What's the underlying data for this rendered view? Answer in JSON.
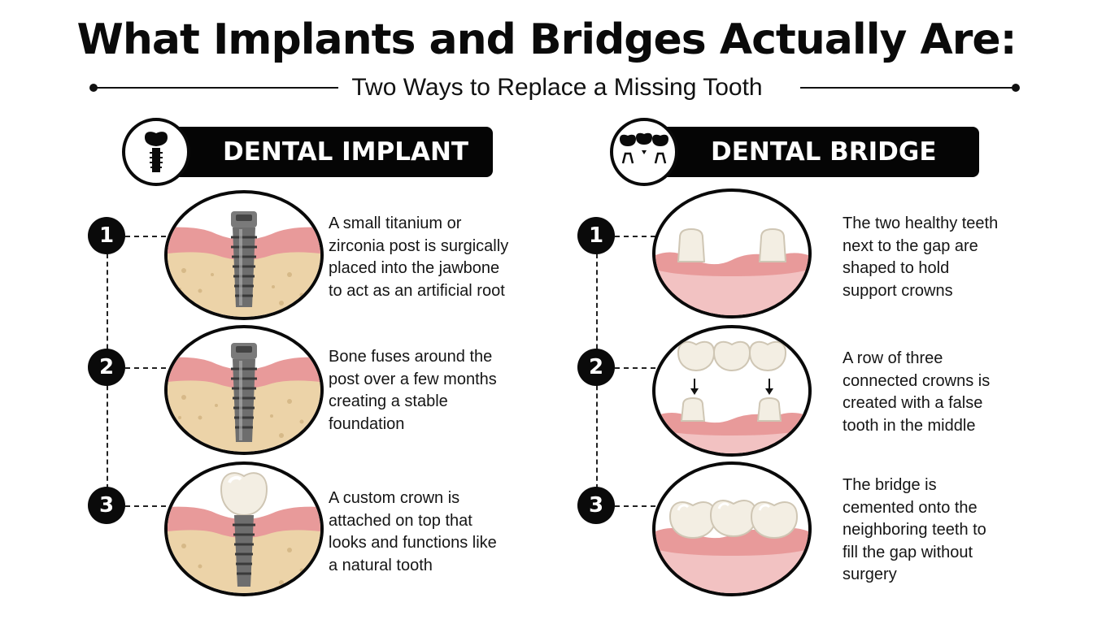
{
  "title": "What Implants and Bridges Actually Are:",
  "subtitle": "Two Ways to Replace a Missing Tooth",
  "implant": {
    "label": "DENTAL IMPLANT",
    "steps": [
      {
        "number": "1",
        "lines": [
          "A small titanium or",
          "zirconia post is surgically",
          "placed into the jawbone",
          "to act as an artificial root"
        ]
      },
      {
        "number": "2",
        "lines": [
          "Bone fuses around the",
          "post over a few months",
          "creating a stable",
          "foundation"
        ]
      },
      {
        "number": "3",
        "lines": [
          "A custom crown is",
          "attached on top that",
          "looks and functions like",
          "a natural tooth"
        ]
      }
    ]
  },
  "bridge": {
    "label": "DENTAL BRIDGE",
    "steps": [
      {
        "number": "1",
        "lines": [
          "The two healthy teeth",
          "next to the gap are",
          "shaped to hold",
          "support crowns"
        ]
      },
      {
        "number": "2",
        "lines": [
          "A row of three",
          "connected crowns is",
          "created with a false",
          "tooth in the middle"
        ]
      },
      {
        "number": "3",
        "lines": [
          "The bridge is",
          "cemented onto the",
          "neighboring teeth to",
          "fill the gap without",
          "surgery"
        ]
      }
    ]
  },
  "icons": {
    "implant_badge": "implant-icon",
    "bridge_badge": "bridge-icon"
  },
  "colors": {
    "gum": "#e89a9a",
    "bone": "#ecd3a8",
    "tooth": "#f3eee3",
    "metal": "#6e6e6e",
    "ink": "#0a0a0a"
  }
}
